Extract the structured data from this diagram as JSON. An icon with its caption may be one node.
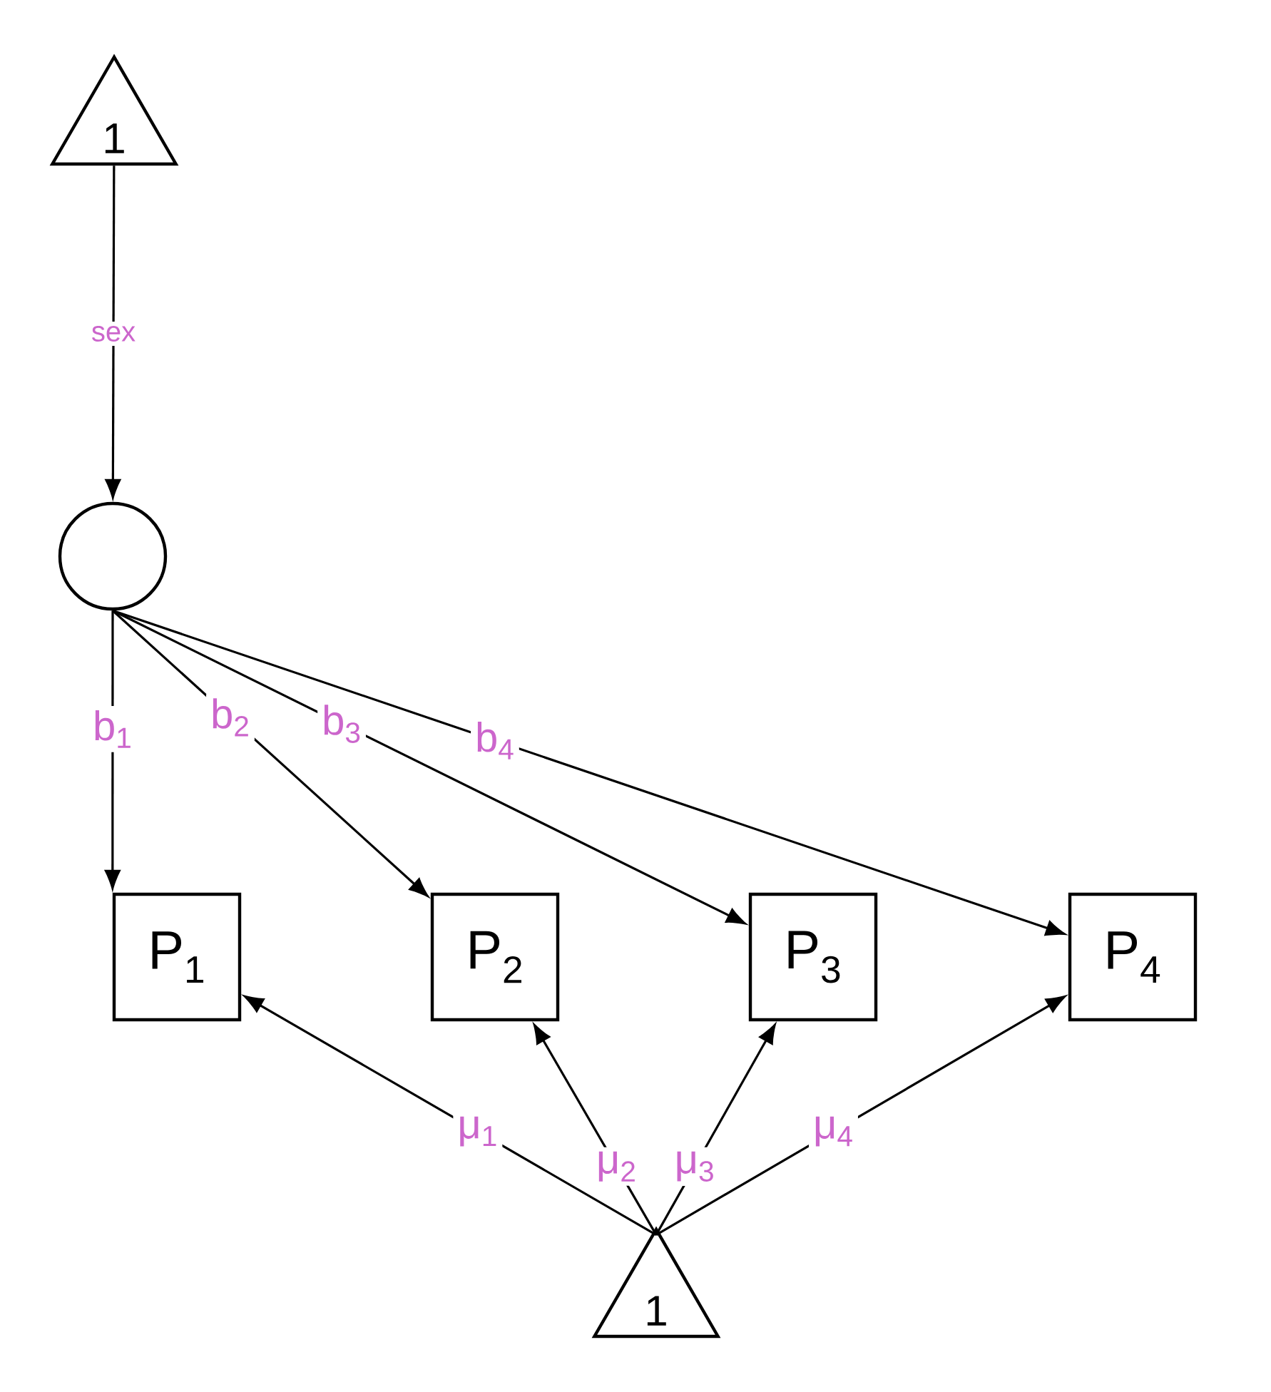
{
  "diagram": {
    "nodes": [
      {
        "text": [
          "1"
        ]
      },
      {
        "text": [],
        "shape": "circle"
      },
      {
        "text": [
          "P$_{1}$"
        ]
      },
      {
        "text": [
          "P$_{2}$"
        ]
      },
      {
        "text": [
          "P$_{3}$"
        ]
      },
      {
        "text": [
          "P$_{4}$"
        ]
      },
      {
        "text": [
          "1"
        ]
      }
    ],
    "edges": [
      {
        "from": 0,
        "to": 1,
        "arrow": "to",
        "label": "sex"
      },
      {
        "from": 1,
        "to": 2,
        "arrow": "to",
        "label": "b$_{1}$"
      },
      {
        "from": 1,
        "to": 3,
        "arrow": "to",
        "label": "b$_{2}$"
      },
      {
        "from": 1,
        "to": 4,
        "arrow": "to",
        "label": "b$_{3}$"
      },
      {
        "from": 1,
        "to": 5,
        "arrow": "to",
        "label": "b$_{4}$"
      },
      {
        "from": 6,
        "to": 2,
        "arrow": "to",
        "label": "μ$_{1}$"
      },
      {
        "from": 6,
        "to": 3,
        "arrow": "to",
        "label": "μ$_{2}$"
      },
      {
        "from": 6,
        "to": 4,
        "arrow": "to",
        "label": "μ$_{3}$"
      },
      {
        "from": 6,
        "to": 5,
        "arrow": "to",
        "label": "μ$_{4}$"
      }
    ]
  }
}
